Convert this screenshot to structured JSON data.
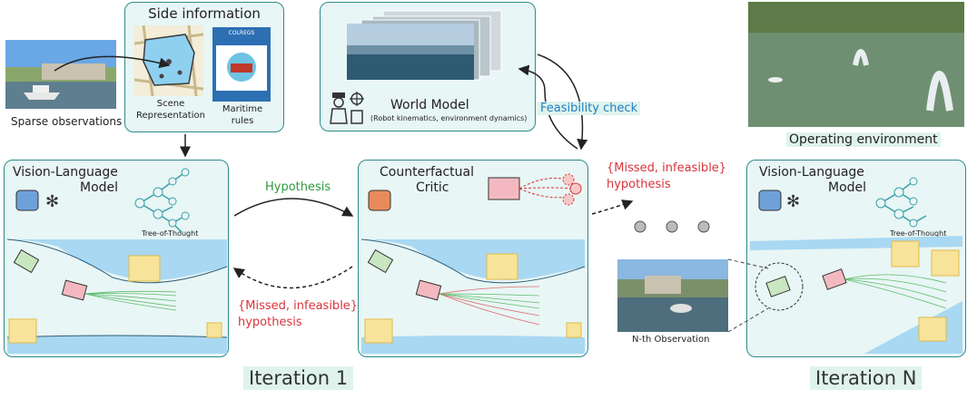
{
  "side_information": {
    "title": "Side information",
    "scene_label": "Scene\nRepresentation",
    "scene_label_l1": "Scene",
    "scene_label_l2": "Representation",
    "maritime_l1": "Maritime",
    "maritime_l2": "rules",
    "booklet_text": "COLREGS"
  },
  "sparse_observations": "Sparse observations",
  "world_model": {
    "title": "World Model",
    "subtitle": "(Robot kinematics, environment dynamics)"
  },
  "feasibility_check": "Feasibility check",
  "operating_environment": "Operating environment",
  "vlm_left": {
    "title_l1": "Vision-Language",
    "title_l2": "Model",
    "tot_label": "Tree-of-Thought"
  },
  "vlm_right": {
    "title_l1": "Vision-Language",
    "title_l2": "Model",
    "tot_label": "Tree-of-Thought"
  },
  "critic": {
    "title_l1": "Counterfactual",
    "title_l2": "Critic"
  },
  "hypothesis": "Hypothesis",
  "missed_back": {
    "l1": "{Missed, infeasible}",
    "l2": "hypothesis"
  },
  "missed_forward": {
    "l1": "{Missed, infeasible}",
    "l2": "hypothesis"
  },
  "nth_observation": "N-th Observation",
  "iteration_1": "Iteration 1",
  "iteration_n": "Iteration N",
  "colors": {
    "panel_border": "#2e8b8b",
    "panel_fill": "#e8f6f5",
    "red": "#d8343b",
    "green": "#2e9a3e",
    "blue": "#1f7fc2",
    "water": "#a9d8f2",
    "box": "#f7e49a",
    "robot": "#f4b9c0",
    "obstacle": "#c8e6c0"
  }
}
